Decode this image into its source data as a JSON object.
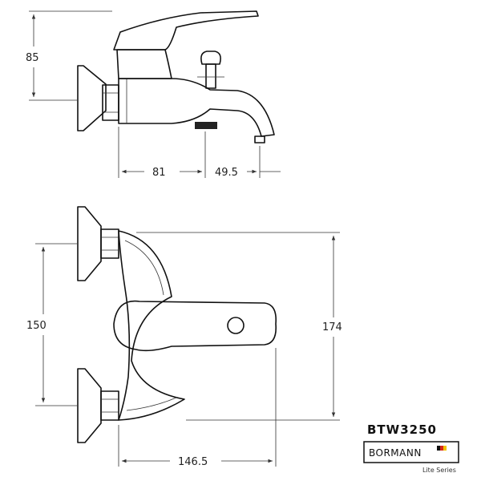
{
  "dimensions": {
    "side_height": "85",
    "side_depth_a": "81",
    "side_depth_b": "49.5",
    "top_axis_spacing": "150",
    "top_overall_height": "174",
    "top_overall_width": "146.5"
  },
  "branding": {
    "model": "BTW3250",
    "brand": "BORMANN",
    "series": "Lite Series",
    "flag_colors": [
      "#111111",
      "#d62718",
      "#f2c200"
    ]
  }
}
